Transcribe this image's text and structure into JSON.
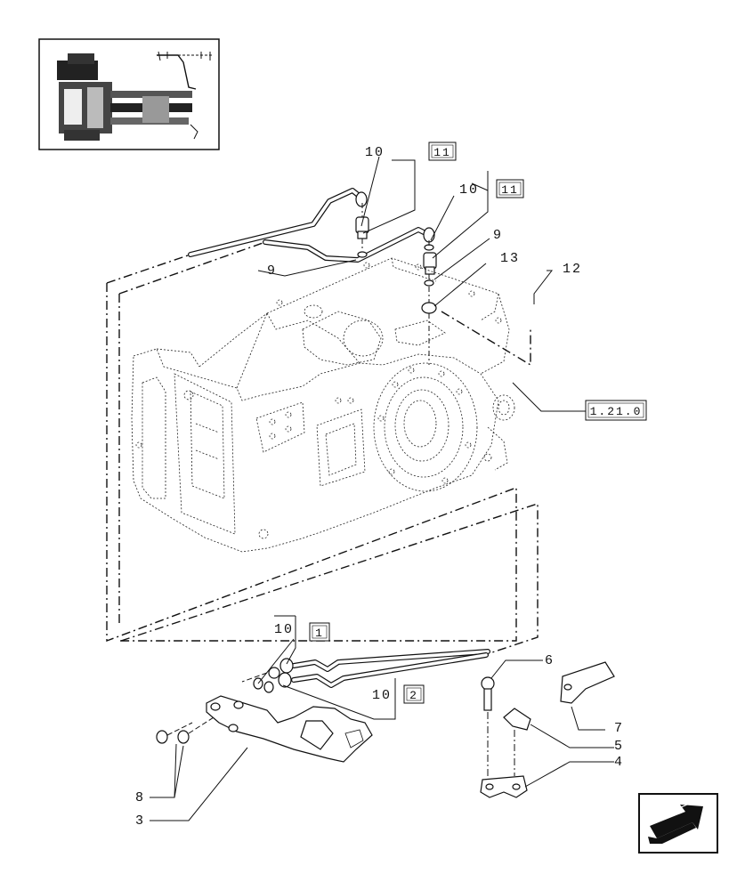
{
  "callouts": {
    "c1": "10",
    "c2": "10",
    "c3": "9",
    "c4": "9",
    "c5": "13",
    "c6": "12",
    "c7": "10",
    "c8": "10",
    "c9": "6",
    "c10": "7",
    "c11": "5",
    "c12": "4",
    "c13": "8",
    "c14": "3"
  },
  "refs": {
    "r1": "11",
    "r2": "11",
    "r3": "1.21.0",
    "r4": "1",
    "r5": "2"
  },
  "icons": {
    "thumbnail": "overview-thumbnail",
    "nav": "previous-page-arrow-icon"
  }
}
